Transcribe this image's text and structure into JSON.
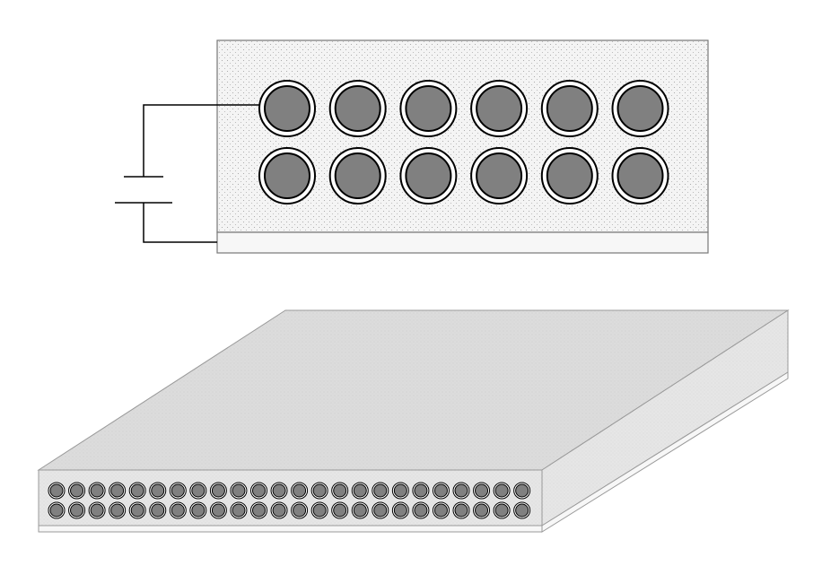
{
  "diagram": {
    "cross_section": {
      "rows": 2,
      "columns": 6,
      "layers": [
        "dotted-matrix",
        "base-strip"
      ],
      "circuit": {
        "component": "battery"
      }
    },
    "slab": {
      "rows": 2,
      "columns": 24,
      "layers": [
        "matrix",
        "base-strip"
      ]
    },
    "colors": {
      "stroke": "#777777",
      "wire": "#000000",
      "matrix_fill": "#f2f2f2",
      "matrix_dots": "#9a9a9a",
      "base_strip": "#f7f7f7",
      "fiber_core": "#808080",
      "fiber_ring": "#ffffff",
      "fiber_outline": "#000000",
      "slab_top": "#dedede",
      "slab_front": "#e4e4e4",
      "slab_side": "#e8e8e8"
    }
  }
}
